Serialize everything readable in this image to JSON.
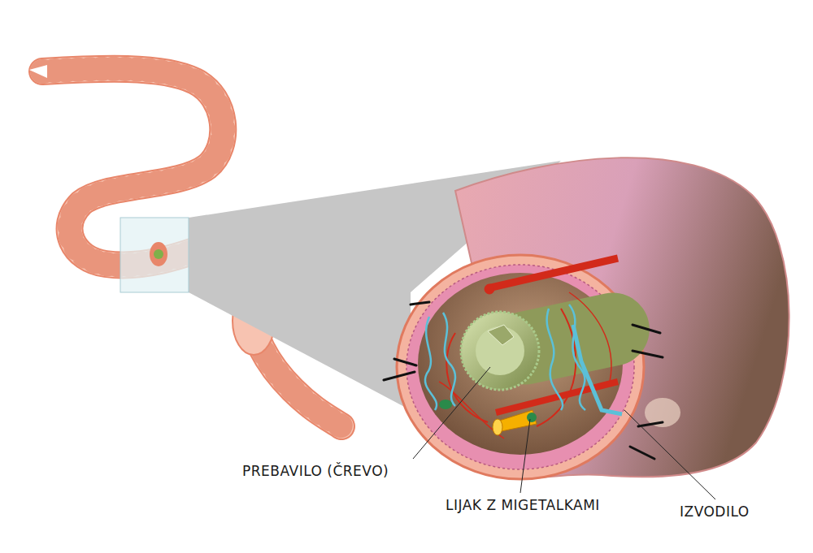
{
  "diagram": {
    "labels": [
      "PREBAVILO (ČREVO)",
      "LIJAK Z MIGETALKAMI",
      "IZVODILO"
    ]
  }
}
